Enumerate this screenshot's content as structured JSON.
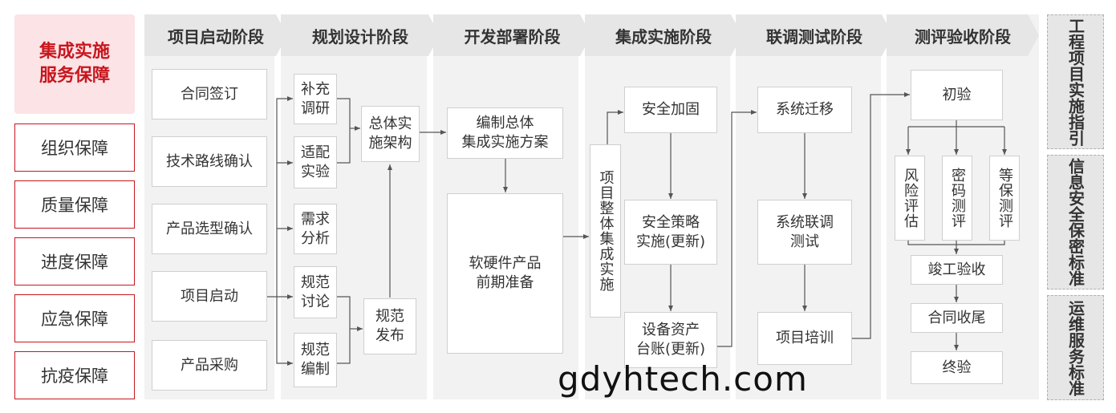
{
  "left_panel": {
    "title": "集成实施\n服务保障",
    "items": [
      "组织保障",
      "质量保障",
      "进度保障",
      "应急保障",
      "抗疫保障"
    ]
  },
  "stages": [
    "项目启动阶段",
    "规划设计阶段",
    "开发部署阶段",
    "集成实施阶段",
    "联调测试阶段",
    "测评验收阶段"
  ],
  "stage1": [
    "合同签订",
    "技术路线确认",
    "产品选型确认",
    "项目启动",
    "产品采购"
  ],
  "stage2": {
    "left": [
      "补充\n调研",
      "适配\n实验",
      "需求\n分析",
      "规范\n讨论",
      "规范\n编制"
    ],
    "arch": "总体实\n施架构",
    "release": "规范\n发布"
  },
  "stage3": {
    "plan": "编制总体\n集成实施方案",
    "prep": "软硬件产品\n前期准备"
  },
  "stage4": {
    "vertical": "项目整体集成实施",
    "boxes": [
      "安全加固",
      "安全策略\n实施(更新)",
      "设备资产\n台账(更新)"
    ]
  },
  "stage5": [
    "系统迁移",
    "系统联调\n测试",
    "项目培训"
  ],
  "stage6": {
    "initial": "初验",
    "checks": [
      "风险评估",
      "密码测评",
      "等保测评"
    ],
    "steps": [
      "竣工验收",
      "合同收尾",
      "终验"
    ]
  },
  "right_panel": [
    "工程项目实施指引",
    "信息安全保密标准",
    "运维服务标准"
  ],
  "watermark": "gdyhtech.com",
  "colors": {
    "accent": "#c8161d",
    "title_bg": "#fbe3e6",
    "column_bg": "#f2f2f2",
    "stage_bg": "#e6e6e6"
  }
}
